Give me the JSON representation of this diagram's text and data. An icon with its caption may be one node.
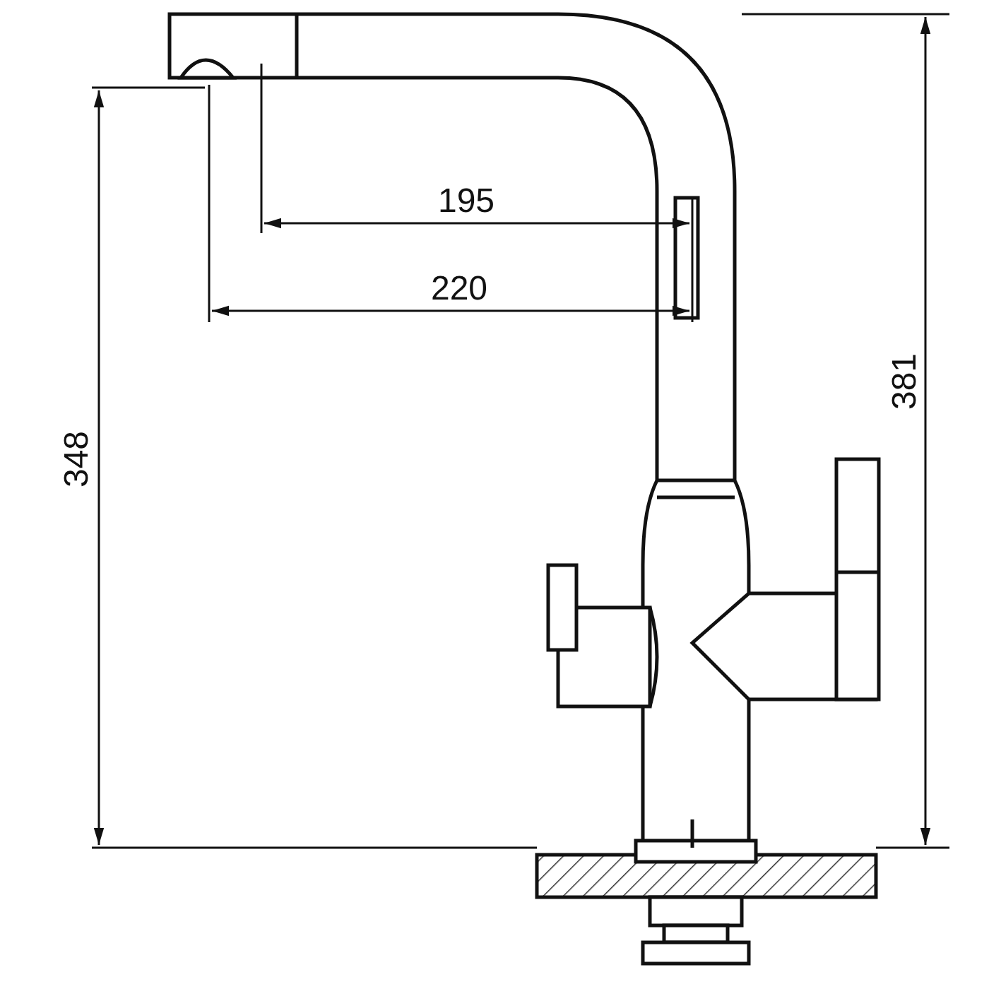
{
  "diagram": {
    "labels": [
      "195",
      "220",
      "381",
      "348"
    ]
  }
}
